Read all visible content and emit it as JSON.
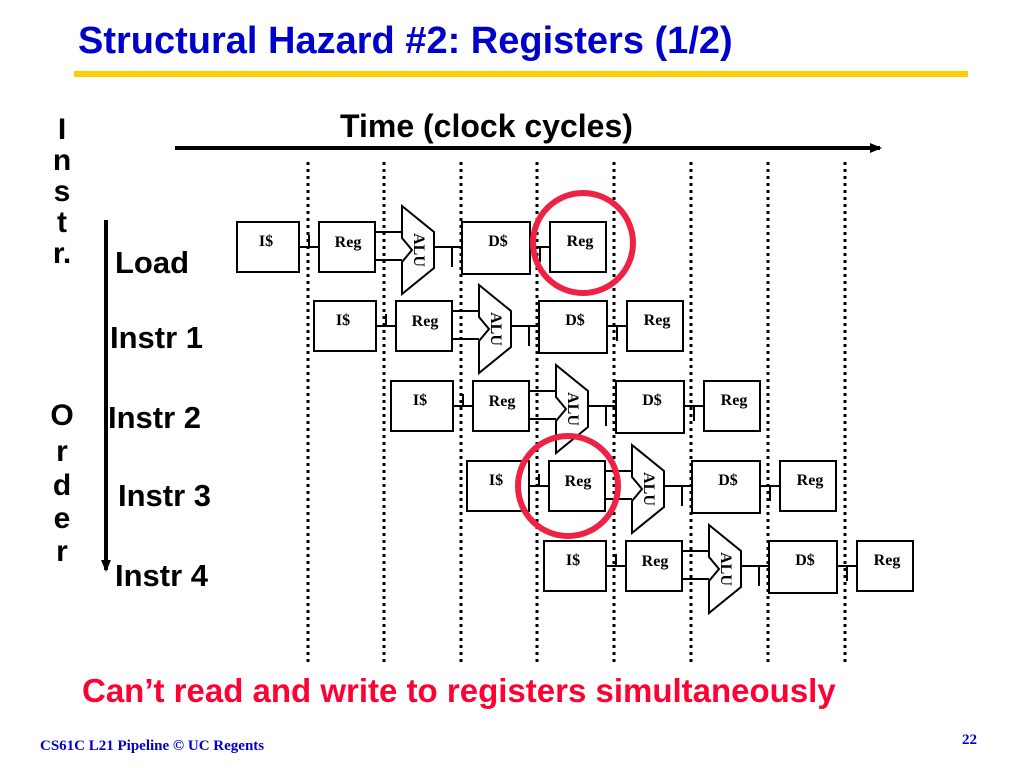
{
  "slide": {
    "title": "Structural Hazard #2: Registers (1/2)",
    "time_label": "Time (clock cycles)",
    "vertical_label": [
      "I",
      "n",
      "s",
      "t",
      "r.",
      "O",
      "r",
      "d",
      "e",
      "r"
    ],
    "rows": [
      "Load",
      "Instr 1",
      "Instr 2",
      "Instr 3",
      "Instr 4"
    ],
    "stages": [
      "I$",
      "Reg",
      "ALU",
      "D$",
      "Reg"
    ],
    "caption": "Can’t read and write to registers simultaneously",
    "footer": "CS61C L21 Pipeline © UC Regents",
    "page_number": "22"
  },
  "colors": {
    "title": "#0000cc",
    "underline": "#ffcc00",
    "caption": "#ff0033",
    "highlight_circle": "#ee2244"
  }
}
